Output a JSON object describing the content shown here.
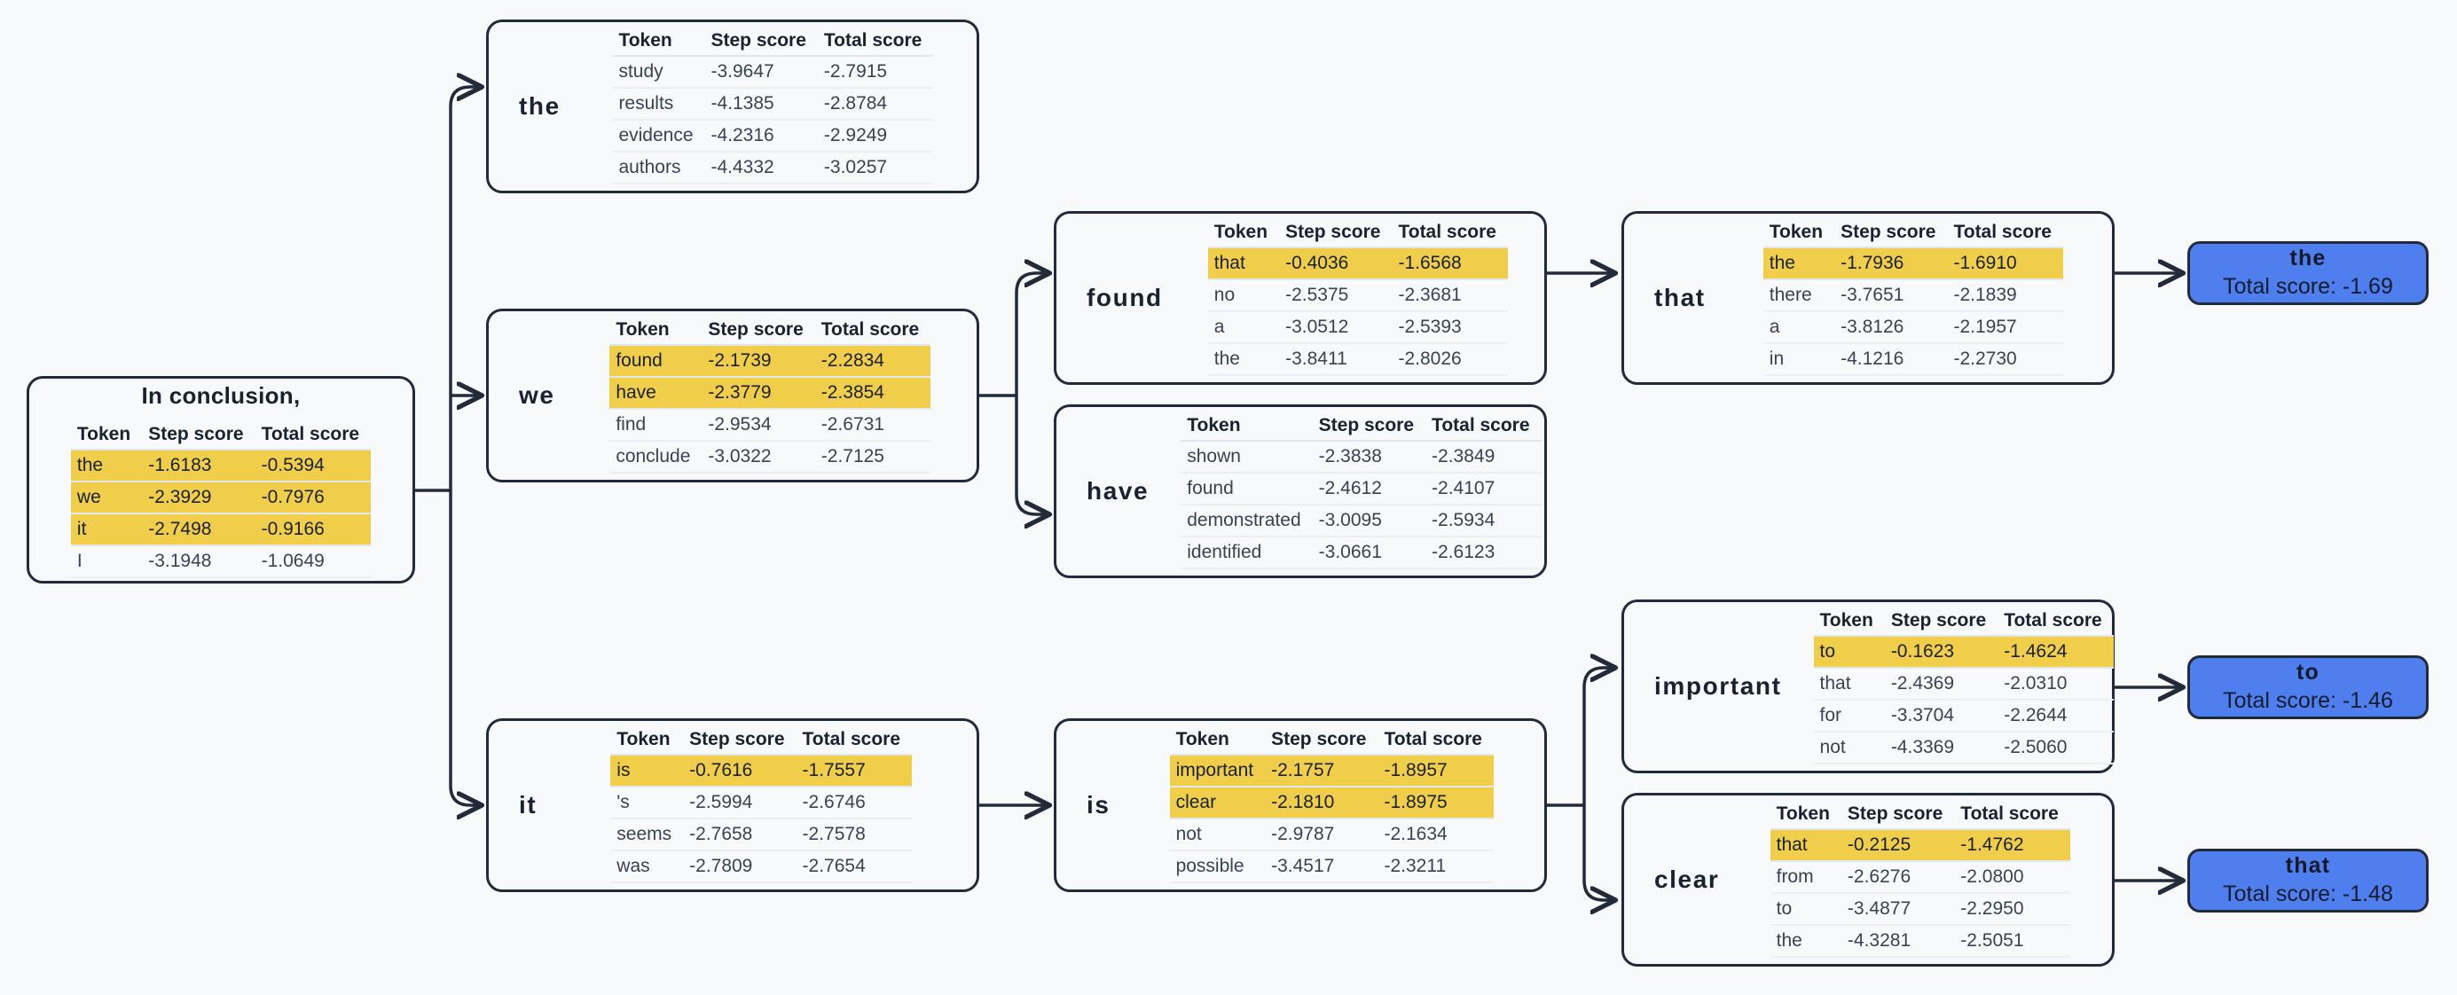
{
  "diagram": {
    "type": "beam-search-tree",
    "title_prompt": "In conclusion,",
    "columns": [
      "Token",
      "Step score",
      "Total score"
    ],
    "colors": {
      "background": "#f8f9fb",
      "border": "#232b3b",
      "highlight": "#f0ce4a",
      "terminal": "#4f7fee",
      "text": "#1a2230"
    }
  },
  "nodes": {
    "root": {
      "title": "In conclusion,",
      "headers": [
        "Token",
        "Step score",
        "Total score"
      ],
      "rows": [
        {
          "token": "the",
          "step": "-1.6183",
          "total": "-0.5394",
          "highlighted": true
        },
        {
          "token": "we",
          "step": "-2.3929",
          "total": "-0.7976",
          "highlighted": true
        },
        {
          "token": "it",
          "step": "-2.7498",
          "total": "-0.9166",
          "highlighted": true
        },
        {
          "token": "I",
          "step": "-3.1948",
          "total": "-1.0649",
          "highlighted": false
        }
      ]
    },
    "the_l1": {
      "label": "the",
      "headers": [
        "Token",
        "Step score",
        "Total score"
      ],
      "rows": [
        {
          "token": "study",
          "step": "-3.9647",
          "total": "-2.7915",
          "highlighted": false
        },
        {
          "token": "results",
          "step": "-4.1385",
          "total": "-2.8784",
          "highlighted": false
        },
        {
          "token": "evidence",
          "step": "-4.2316",
          "total": "-2.9249",
          "highlighted": false
        },
        {
          "token": "authors",
          "step": "-4.4332",
          "total": "-3.0257",
          "highlighted": false
        }
      ]
    },
    "we_l1": {
      "label": "we",
      "headers": [
        "Token",
        "Step score",
        "Total score"
      ],
      "rows": [
        {
          "token": "found",
          "step": "-2.1739",
          "total": "-2.2834",
          "highlighted": true
        },
        {
          "token": "have",
          "step": "-2.3779",
          "total": "-2.3854",
          "highlighted": true
        },
        {
          "token": "find",
          "step": "-2.9534",
          "total": "-2.6731",
          "highlighted": false
        },
        {
          "token": "conclude",
          "step": "-3.0322",
          "total": "-2.7125",
          "highlighted": false
        }
      ]
    },
    "it_l1": {
      "label": "it",
      "headers": [
        "Token",
        "Step score",
        "Total score"
      ],
      "rows": [
        {
          "token": "is",
          "step": "-0.7616",
          "total": "-1.7557",
          "highlighted": true
        },
        {
          "token": "'s",
          "step": "-2.5994",
          "total": "-2.6746",
          "highlighted": false
        },
        {
          "token": "seems",
          "step": "-2.7658",
          "total": "-2.7578",
          "highlighted": false
        },
        {
          "token": "was",
          "step": "-2.7809",
          "total": "-2.7654",
          "highlighted": false
        }
      ]
    },
    "found_l2": {
      "label": "found",
      "headers": [
        "Token",
        "Step score",
        "Total score"
      ],
      "rows": [
        {
          "token": "that",
          "step": "-0.4036",
          "total": "-1.6568",
          "highlighted": true
        },
        {
          "token": "no",
          "step": "-2.5375",
          "total": "-2.3681",
          "highlighted": false
        },
        {
          "token": "a",
          "step": "-3.0512",
          "total": "-2.5393",
          "highlighted": false
        },
        {
          "token": "the",
          "step": "-3.8411",
          "total": "-2.8026",
          "highlighted": false
        }
      ]
    },
    "have_l2": {
      "label": "have",
      "headers": [
        "Token",
        "Step score",
        "Total score"
      ],
      "rows": [
        {
          "token": "shown",
          "step": "-2.3838",
          "total": "-2.3849",
          "highlighted": false
        },
        {
          "token": "found",
          "step": "-2.4612",
          "total": "-2.4107",
          "highlighted": false
        },
        {
          "token": "demonstrated",
          "step": "-3.0095",
          "total": "-2.5934",
          "highlighted": false
        },
        {
          "token": "identified",
          "step": "-3.0661",
          "total": "-2.6123",
          "highlighted": false
        }
      ]
    },
    "is_l2": {
      "label": "is",
      "headers": [
        "Token",
        "Step score",
        "Total score"
      ],
      "rows": [
        {
          "token": "important",
          "step": "-2.1757",
          "total": "-1.8957",
          "highlighted": true
        },
        {
          "token": "clear",
          "step": "-2.1810",
          "total": "-1.8975",
          "highlighted": true
        },
        {
          "token": "not",
          "step": "-2.9787",
          "total": "-2.1634",
          "highlighted": false
        },
        {
          "token": "possible",
          "step": "-3.4517",
          "total": "-2.3211",
          "highlighted": false
        }
      ]
    },
    "that_l3": {
      "label": "that",
      "headers": [
        "Token",
        "Step score",
        "Total score"
      ],
      "rows": [
        {
          "token": "the",
          "step": "-1.7936",
          "total": "-1.6910",
          "highlighted": true
        },
        {
          "token": "there",
          "step": "-3.7651",
          "total": "-2.1839",
          "highlighted": false
        },
        {
          "token": "a",
          "step": "-3.8126",
          "total": "-2.1957",
          "highlighted": false
        },
        {
          "token": "in",
          "step": "-4.1216",
          "total": "-2.2730",
          "highlighted": false
        }
      ]
    },
    "important_l3": {
      "label": "important",
      "headers": [
        "Token",
        "Step score",
        "Total score"
      ],
      "rows": [
        {
          "token": "to",
          "step": "-0.1623",
          "total": "-1.4624",
          "highlighted": true
        },
        {
          "token": "that",
          "step": "-2.4369",
          "total": "-2.0310",
          "highlighted": false
        },
        {
          "token": "for",
          "step": "-3.3704",
          "total": "-2.2644",
          "highlighted": false
        },
        {
          "token": "not",
          "step": "-4.3369",
          "total": "-2.5060",
          "highlighted": false
        }
      ]
    },
    "clear_l3": {
      "label": "clear",
      "headers": [
        "Token",
        "Step score",
        "Total score"
      ],
      "rows": [
        {
          "token": "that",
          "step": "-0.2125",
          "total": "-1.4762",
          "highlighted": true
        },
        {
          "token": "from",
          "step": "-2.6276",
          "total": "-2.0800",
          "highlighted": false
        },
        {
          "token": "to",
          "step": "-3.4877",
          "total": "-2.2950",
          "highlighted": false
        },
        {
          "token": "the",
          "step": "-4.3281",
          "total": "-2.5051",
          "highlighted": false
        }
      ]
    }
  },
  "terminals": [
    {
      "id": "terminal_the",
      "token": "the",
      "score_label": "Total score: -1.69"
    },
    {
      "id": "terminal_to",
      "token": "to",
      "score_label": "Total score: -1.46"
    },
    {
      "id": "terminal_that",
      "token": "that",
      "score_label": "Total score: -1.48"
    }
  ]
}
